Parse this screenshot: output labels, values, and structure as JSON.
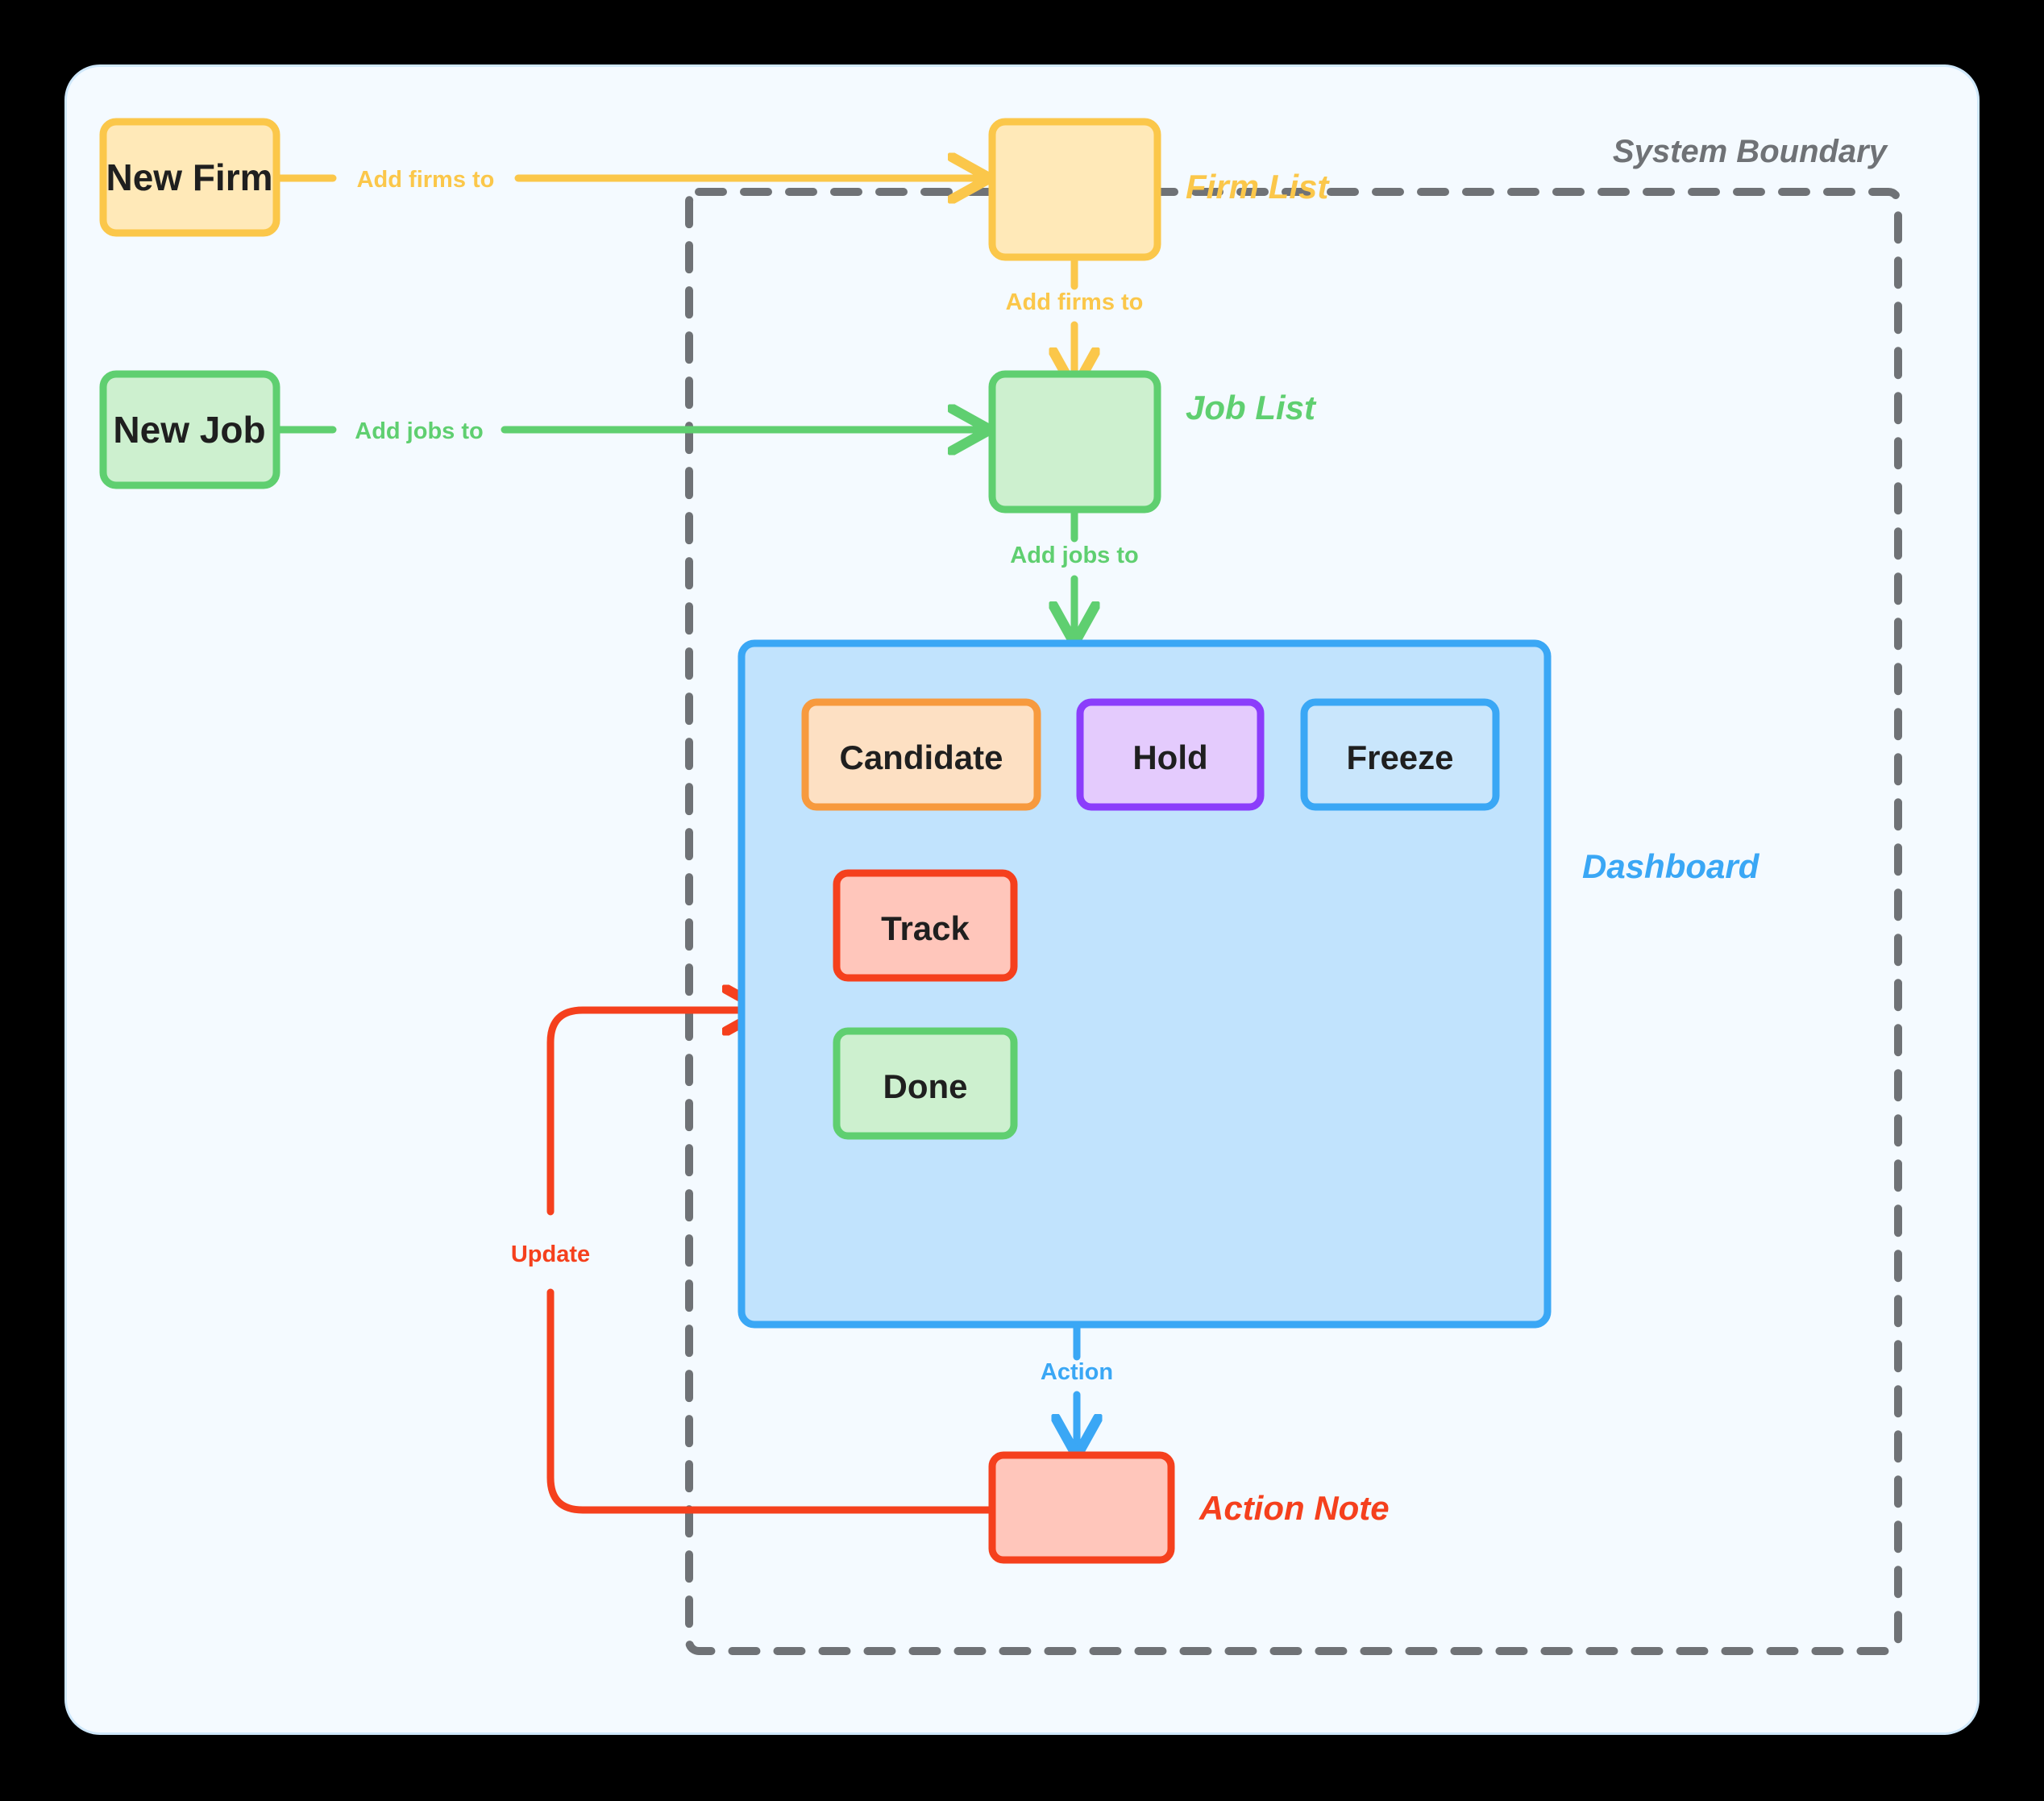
{
  "canvas": {
    "background": "#f4faff",
    "border_color": "#cfe8fb",
    "outer_background": "#000000"
  },
  "boundary": {
    "label": "System Boundary",
    "color": "#6f7276",
    "style": "dashed"
  },
  "external_nodes": [
    {
      "id": "new-firm",
      "label": "New Firm",
      "fill": "#ffe9b8",
      "stroke": "#fbc74a"
    },
    {
      "id": "new-job",
      "label": "New Job",
      "fill": "#cdf0cf",
      "stroke": "#5fcf70"
    }
  ],
  "containers": [
    {
      "id": "firm-list",
      "label": "Firm List",
      "fill": "#ffe9b8",
      "stroke": "#fbc74a",
      "label_color": "#fbc74a"
    },
    {
      "id": "job-list",
      "label": "Job List",
      "fill": "#cdf0cf",
      "stroke": "#5fcf70",
      "label_color": "#5fcf70"
    },
    {
      "id": "dashboard",
      "label": "Dashboard",
      "fill": "#c1e3fd",
      "stroke": "#3aa7f5",
      "label_color": "#3aa7f5"
    },
    {
      "id": "action-note",
      "label": "Action Note",
      "fill": "#ffc6bb",
      "stroke": "#f5401d",
      "label_color": "#f5401d"
    }
  ],
  "dashboard_items": [
    {
      "id": "candidate",
      "label": "Candidate",
      "fill": "#fde0c3",
      "stroke": "#f79a3e"
    },
    {
      "id": "hold",
      "label": "Hold",
      "fill": "#e4cbfd",
      "stroke": "#8b3dfb"
    },
    {
      "id": "freeze",
      "label": "Freeze",
      "fill": "#c9e6fc",
      "stroke": "#3aa7f5"
    },
    {
      "id": "track",
      "label": "Track",
      "fill": "#ffc6bb",
      "stroke": "#f5401d"
    },
    {
      "id": "done",
      "label": "Done",
      "fill": "#cdf0cf",
      "stroke": "#5fcf70"
    }
  ],
  "edges": [
    {
      "id": "new-firm-to-firm-list",
      "label": "Add firms to",
      "color": "#fbc74a"
    },
    {
      "id": "firm-list-to-job-list",
      "label": "Add firms to",
      "color": "#fbc74a"
    },
    {
      "id": "new-job-to-job-list",
      "label": "Add jobs to",
      "color": "#5fcf70"
    },
    {
      "id": "job-list-to-dashboard",
      "label": "Add jobs to",
      "color": "#5fcf70"
    },
    {
      "id": "dashboard-to-action-note",
      "label": "Action",
      "color": "#3aa7f5"
    },
    {
      "id": "action-note-to-dashboard",
      "label": "Update",
      "color": "#f5401d"
    }
  ]
}
